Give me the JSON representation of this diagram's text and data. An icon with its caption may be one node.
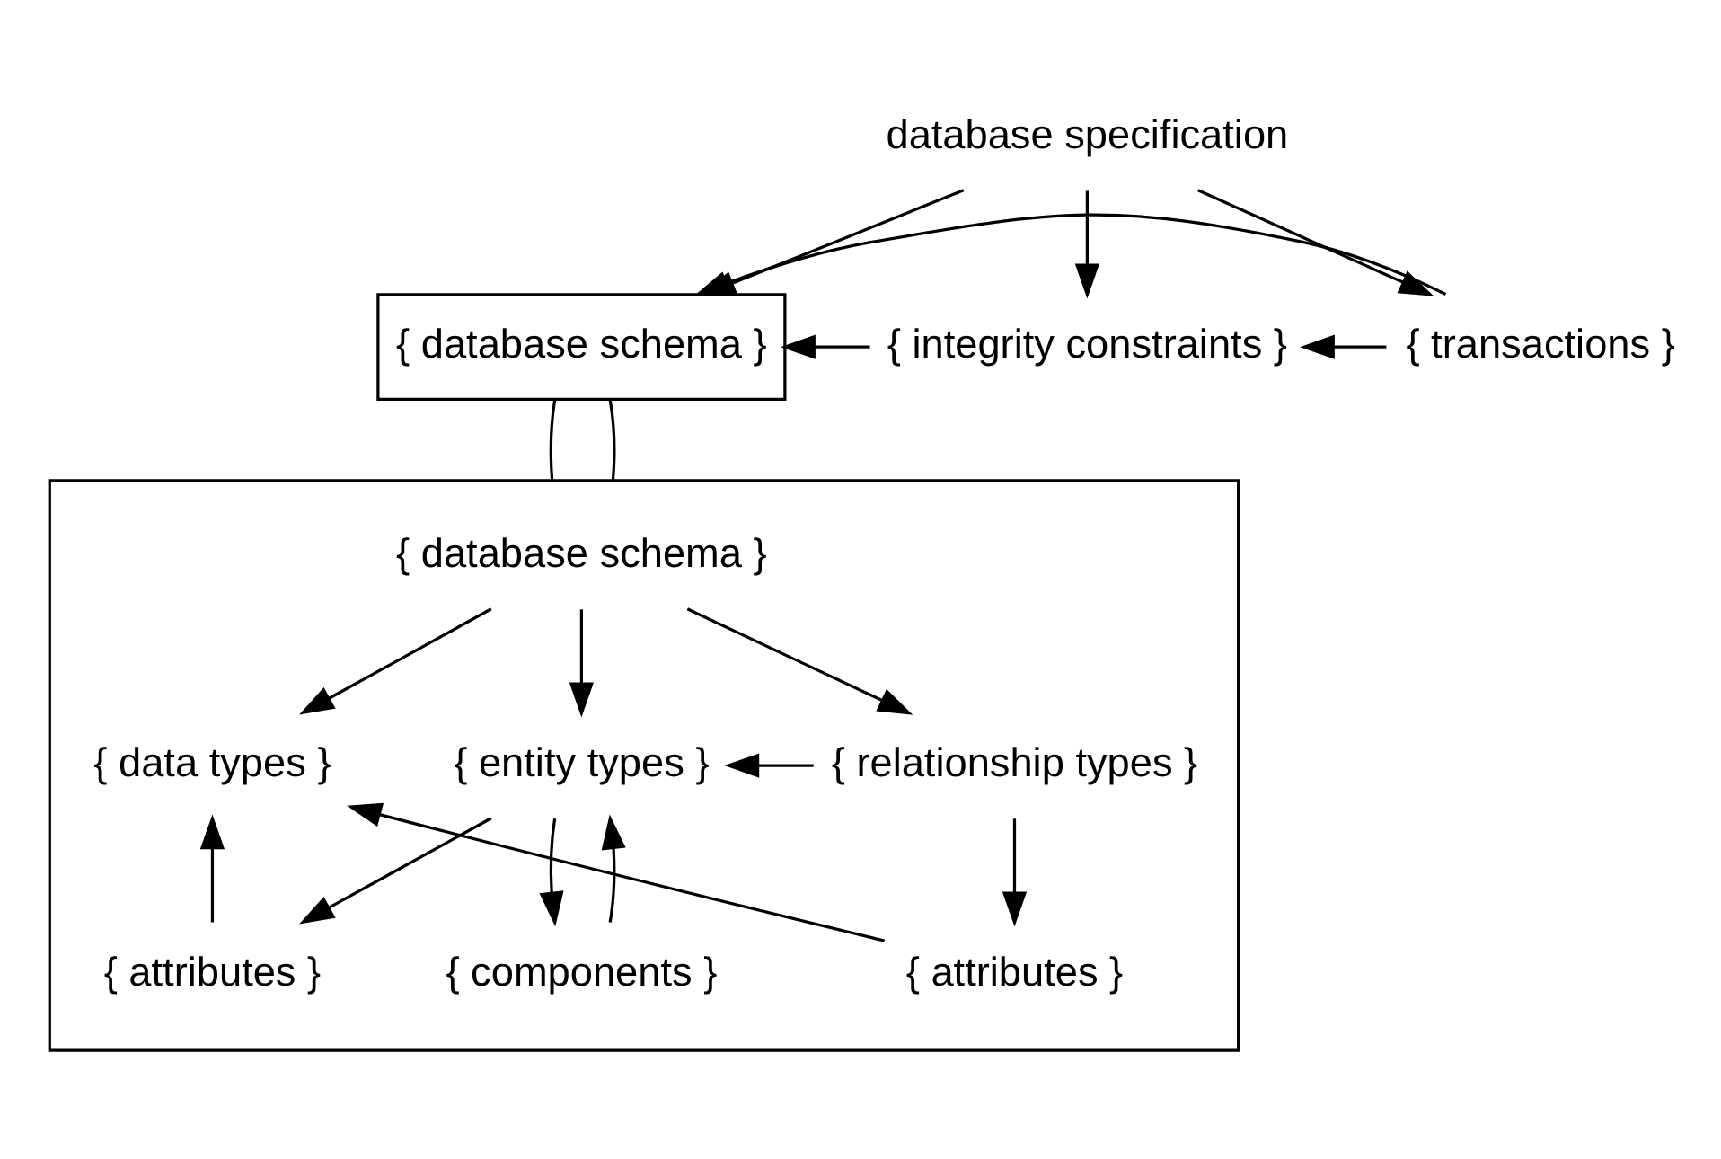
{
  "diagram": {
    "nodes": [
      {
        "text": [
          "database specification"
        ]
      },
      {
        "text": [
          "{ database schema }"
        ]
      },
      {
        "text": [
          "{ integrity constraints }"
        ]
      },
      {
        "text": [
          "{ transactions }"
        ]
      },
      {
        "text": [],
        "shape": "box"
      },
      {
        "text": [
          "{ database schema }"
        ],
        "in": 4
      },
      {
        "text": [
          "{ data types }"
        ],
        "in": 4
      },
      {
        "text": [
          "{ entity types }"
        ],
        "in": 4
      },
      {
        "text": [
          "{ relationship types }"
        ],
        "in": 4
      },
      {
        "text": [
          "{ attributes }"
        ],
        "in": 4
      },
      {
        "text": [
          "{ components }"
        ],
        "in": 4
      },
      {
        "text": [
          "{ attributes }"
        ],
        "in": 4
      }
    ],
    "edges": [
      {
        "from": 0,
        "to": 1,
        "arrow": "to"
      },
      {
        "from": 0,
        "to": 2,
        "arrow": "to"
      },
      {
        "from": 0,
        "to": 3,
        "arrow": "to"
      },
      {
        "from": 2,
        "to": 1,
        "arrow": "to"
      },
      {
        "from": 3,
        "to": 2,
        "arrow": "to"
      },
      {
        "from": 3,
        "to": 1,
        "arrow": "to"
      },
      {
        "from": 1,
        "to": 4,
        "arrow": "none"
      },
      {
        "from": 1,
        "to": 4,
        "arrow": "none"
      },
      {
        "from": 5,
        "to": 6,
        "arrow": "to"
      },
      {
        "from": 5,
        "to": 7,
        "arrow": "to"
      },
      {
        "from": 5,
        "to": 8,
        "arrow": "to"
      },
      {
        "from": 8,
        "to": 7,
        "arrow": "to"
      },
      {
        "from": 7,
        "to": 9,
        "arrow": "to"
      },
      {
        "from": 7,
        "to": 10,
        "arrow": "to"
      },
      {
        "from": 10,
        "to": 7,
        "arrow": "to"
      },
      {
        "from": 9,
        "to": 6,
        "arrow": "to"
      },
      {
        "from": 8,
        "to": 11,
        "arrow": "to"
      },
      {
        "from": 11,
        "to": 6,
        "arrow": "to"
      }
    ]
  }
}
